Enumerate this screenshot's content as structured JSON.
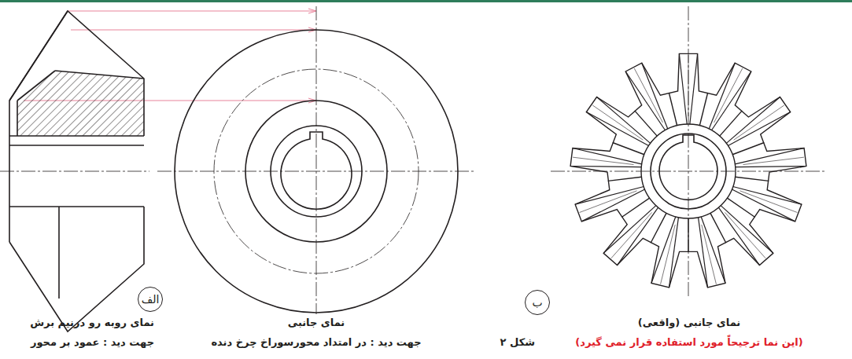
{
  "diagram": {
    "nodes": [
      {
        "text": [
          "الف"
        ]
      },
      {
        "text": [
          "ب"
        ]
      }
    ],
    "labels": [
      "نمای روبه رو درنیم برش",
      "جهت دید : عمود بر محور",
      "نمای جانبی",
      "جهت دید : در امتداد محورسوراخ چرخ دنده",
      "شکل ۲",
      "نمای جانبی (واقعی)",
      "(این نما ترجیحاً مورد استفاده قرار نمی گیرد)"
    ]
  }
}
